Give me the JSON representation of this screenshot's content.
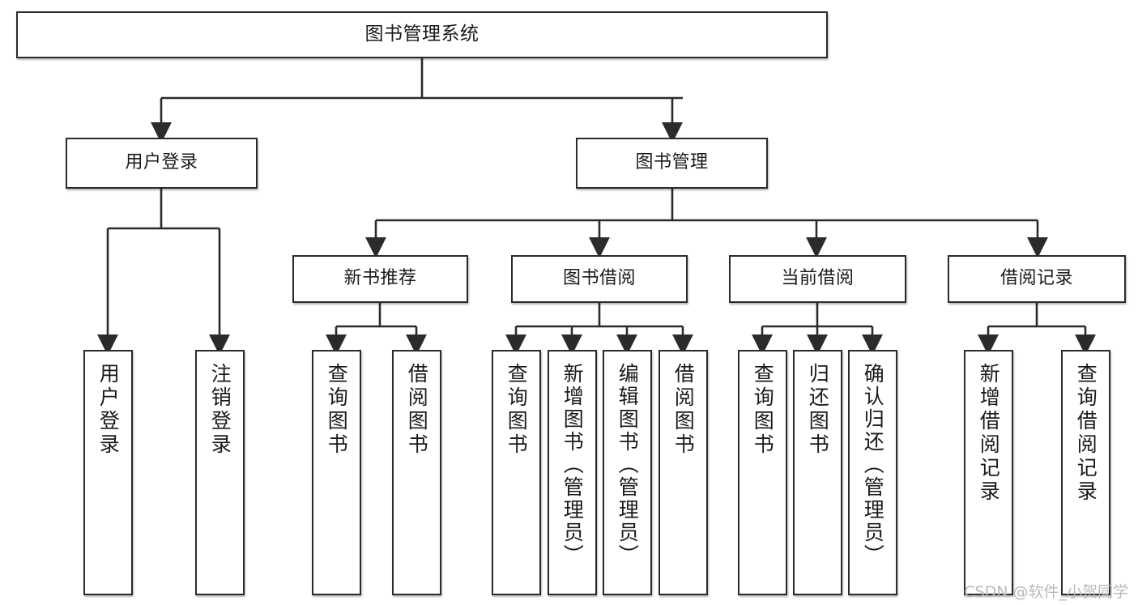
{
  "diagram": {
    "type": "tree-flowchart",
    "title": "图书管理系统",
    "watermark": "CSDN @软件_小贺同学",
    "colors": {
      "box_border": "#2b2b2b",
      "box_fill": "#ffffff",
      "connector": "#2b2b2b",
      "watermark": "#b9b9b9"
    },
    "levels": {
      "level1": [
        {
          "id": "root",
          "label": "图书管理系统"
        }
      ],
      "level2": [
        {
          "id": "user-login",
          "label": "用户登录"
        },
        {
          "id": "book-management",
          "label": "图书管理"
        }
      ],
      "level3": [
        {
          "id": "new-book-recommend",
          "label": "新书推荐"
        },
        {
          "id": "book-borrow",
          "label": "图书借阅"
        },
        {
          "id": "current-borrow",
          "label": "当前借阅"
        },
        {
          "id": "borrow-record",
          "label": "借阅记录"
        }
      ],
      "level4": [
        {
          "id": "leaf-user-login",
          "label": "用户登录",
          "parent": "user-login"
        },
        {
          "id": "leaf-user-logout",
          "label": "注销登录",
          "parent": "user-login"
        },
        {
          "id": "leaf-query-book-1",
          "label": "查询图书",
          "parent": "new-book-recommend"
        },
        {
          "id": "leaf-borrow-book-1",
          "label": "借阅图书",
          "parent": "new-book-recommend"
        },
        {
          "id": "leaf-query-book-2",
          "label": "查询图书",
          "parent": "book-borrow"
        },
        {
          "id": "leaf-add-book",
          "label": "新增图书（管理员）",
          "parent": "book-borrow"
        },
        {
          "id": "leaf-edit-book",
          "label": "编辑图书（管理员）",
          "parent": "book-borrow"
        },
        {
          "id": "leaf-borrow-book-2",
          "label": "借阅图书",
          "parent": "book-borrow"
        },
        {
          "id": "leaf-query-book-3",
          "label": "查询图书",
          "parent": "current-borrow"
        },
        {
          "id": "leaf-return-book",
          "label": "归还图书",
          "parent": "current-borrow"
        },
        {
          "id": "leaf-confirm-return",
          "label": "确认归还（管理员）",
          "parent": "current-borrow"
        },
        {
          "id": "leaf-add-record",
          "label": "新增借阅记录",
          "parent": "borrow-record"
        },
        {
          "id": "leaf-query-record",
          "label": "查询借阅记录",
          "parent": "borrow-record"
        }
      ]
    }
  }
}
